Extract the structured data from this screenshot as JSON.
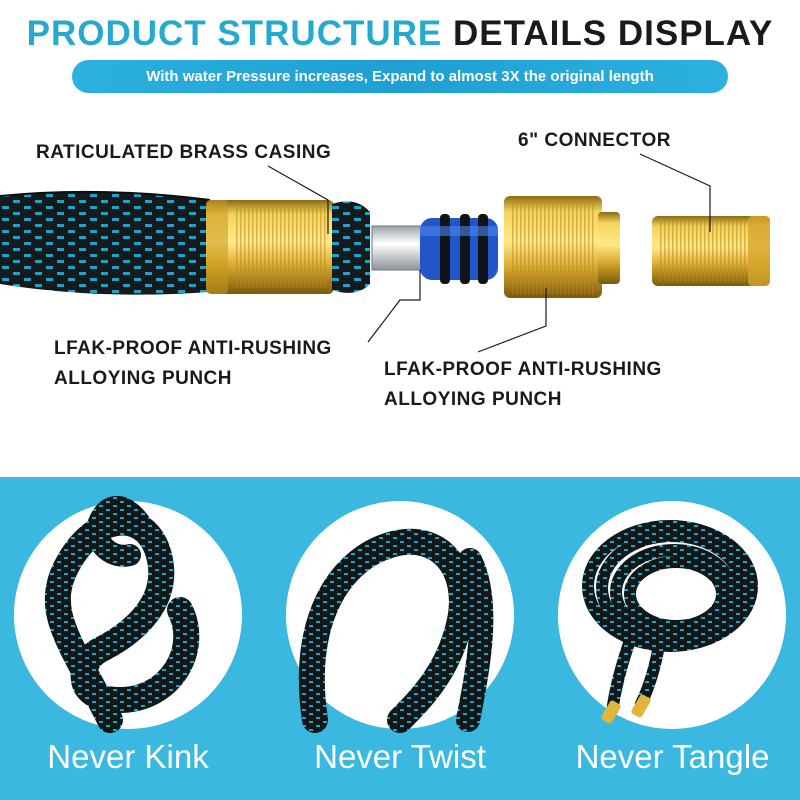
{
  "header": {
    "title_part1": "PRODUCT STRUCTURE",
    "title_part2": "DETAILS DISPLAY",
    "banner": "With water Pressure increases, Expand to almost 3X the original length"
  },
  "callouts": {
    "brass_casing": "RATICULATED BRASS CASING",
    "connector": "6\" CONNECTOR",
    "left_punch_line1": "LFAK-PROOF ANTI-RUSHING",
    "left_punch_line2": "ALLOYING PUNCH",
    "right_punch_line1": "LFAK-PROOF ANTI-RUSHING",
    "right_punch_line2": "ALLOYING PUNCH"
  },
  "features": [
    {
      "caption": "Never Kink",
      "icon": "knotted-hose-icon"
    },
    {
      "caption": "Never Twist",
      "icon": "looped-hose-icon"
    },
    {
      "caption": "Never Tangle",
      "icon": "coiled-hose-icon"
    }
  ],
  "colors": {
    "accent": "#26a9cf",
    "banner": "#1f9fd2",
    "bottom_background": "#3ab8e0",
    "brass": "#e0b53c",
    "hose_black": "#151a1c",
    "hose_blue": "#1ea3c8",
    "oring_blue": "#2156c8"
  }
}
